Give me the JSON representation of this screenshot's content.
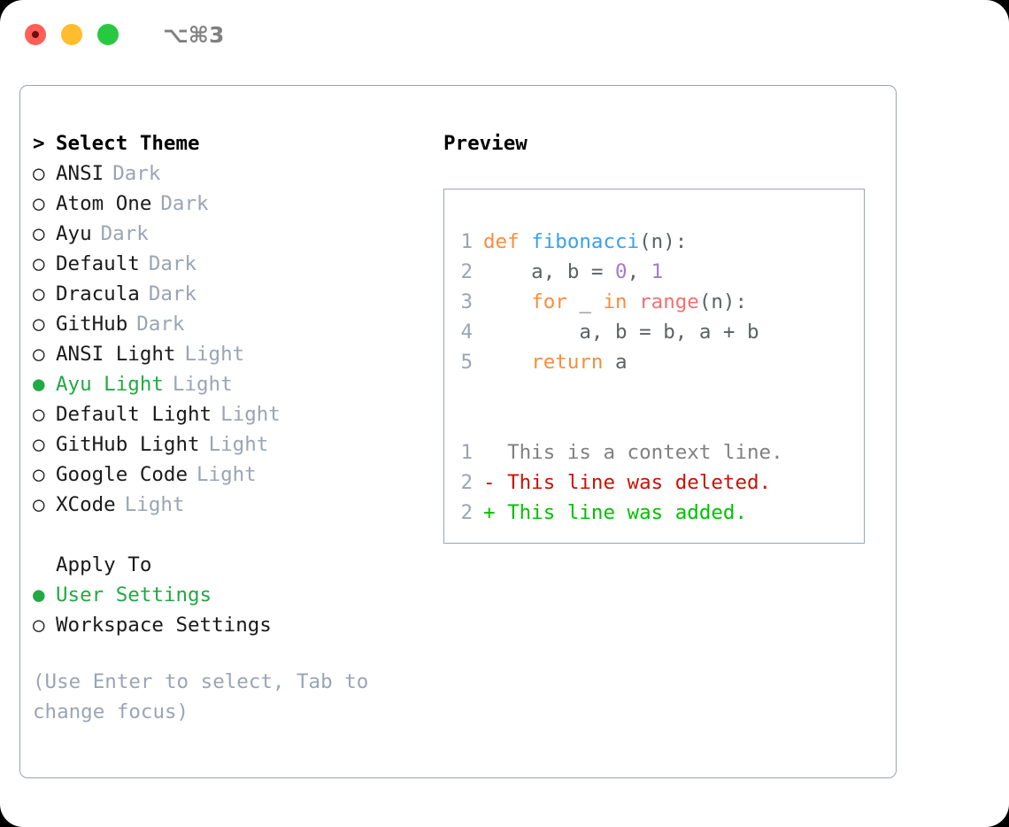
{
  "titlebar": {
    "shortcut": "⌥⌘3",
    "lights": [
      "close-red",
      "minimize-yellow",
      "zoom-green"
    ]
  },
  "theme_section": {
    "header_marker": ">",
    "header": "Select Theme",
    "items": [
      {
        "marker": "○",
        "name": "ANSI",
        "suffix": "Dark",
        "selected": false
      },
      {
        "marker": "○",
        "name": "Atom One",
        "suffix": "Dark",
        "selected": false
      },
      {
        "marker": "○",
        "name": "Ayu",
        "suffix": "Dark",
        "selected": false
      },
      {
        "marker": "○",
        "name": "Default",
        "suffix": "Dark",
        "selected": false
      },
      {
        "marker": "○",
        "name": "Dracula",
        "suffix": "Dark",
        "selected": false
      },
      {
        "marker": "○",
        "name": "GitHub",
        "suffix": "Dark",
        "selected": false
      },
      {
        "marker": "○",
        "name": "ANSI Light",
        "suffix": "Light",
        "selected": false
      },
      {
        "marker": "●",
        "name": "Ayu Light",
        "suffix": "Light",
        "selected": true
      },
      {
        "marker": "○",
        "name": "Default Light",
        "suffix": "Light",
        "selected": false
      },
      {
        "marker": "○",
        "name": "GitHub Light",
        "suffix": "Light",
        "selected": false
      },
      {
        "marker": "○",
        "name": "Google Code",
        "suffix": "Light",
        "selected": false
      },
      {
        "marker": "○",
        "name": "XCode",
        "suffix": "Light",
        "selected": false
      }
    ]
  },
  "apply_section": {
    "header": "Apply To",
    "items": [
      {
        "marker": "●",
        "name": "User Settings",
        "selected": true
      },
      {
        "marker": "○",
        "name": "Workspace Settings",
        "selected": false
      }
    ]
  },
  "hint": "(Use Enter to select, Tab to change focus)",
  "preview": {
    "title": "Preview",
    "code_lines": [
      {
        "n": "1",
        "tokens": [
          {
            "t": "def ",
            "c": "tok-kw"
          },
          {
            "t": "fibonacci",
            "c": "tok-fn"
          },
          {
            "t": "(n):",
            "c": "tok-pl"
          }
        ]
      },
      {
        "n": "2",
        "tokens": [
          {
            "t": "    a, b = ",
            "c": "tok-pl"
          },
          {
            "t": "0",
            "c": "tok-num"
          },
          {
            "t": ", ",
            "c": "tok-pl"
          },
          {
            "t": "1",
            "c": "tok-num"
          }
        ]
      },
      {
        "n": "3",
        "tokens": [
          {
            "t": "    ",
            "c": "tok-pl"
          },
          {
            "t": "for",
            "c": "tok-kw"
          },
          {
            "t": " _ ",
            "c": "tok-pl"
          },
          {
            "t": "in",
            "c": "tok-kw"
          },
          {
            "t": " ",
            "c": "tok-pl"
          },
          {
            "t": "range",
            "c": "tok-bi"
          },
          {
            "t": "(n):",
            "c": "tok-pl"
          }
        ]
      },
      {
        "n": "4",
        "tokens": [
          {
            "t": "        a, b = b, a + b",
            "c": "tok-pl"
          }
        ]
      },
      {
        "n": "5",
        "tokens": [
          {
            "t": "    ",
            "c": "tok-pl"
          },
          {
            "t": "return",
            "c": "tok-kw"
          },
          {
            "t": " a",
            "c": "tok-pl"
          }
        ]
      }
    ],
    "diff_lines": [
      {
        "n": "1",
        "text": "  This is a context line.",
        "c": "diff-ctx"
      },
      {
        "n": "2",
        "text": "- This line was deleted.",
        "c": "diff-del"
      },
      {
        "n": "2",
        "text": "+ This line was added.",
        "c": "diff-add"
      }
    ]
  },
  "colors": {
    "accent_green": "#22a844",
    "muted": "#9aa5b4",
    "border": "#9aa5b4",
    "keyword": "#fa8d3e",
    "function": "#3aa0ea",
    "number": "#a37acc",
    "builtin": "#f07171",
    "diff_delete": "#cc1100",
    "diff_add": "#00c000"
  }
}
